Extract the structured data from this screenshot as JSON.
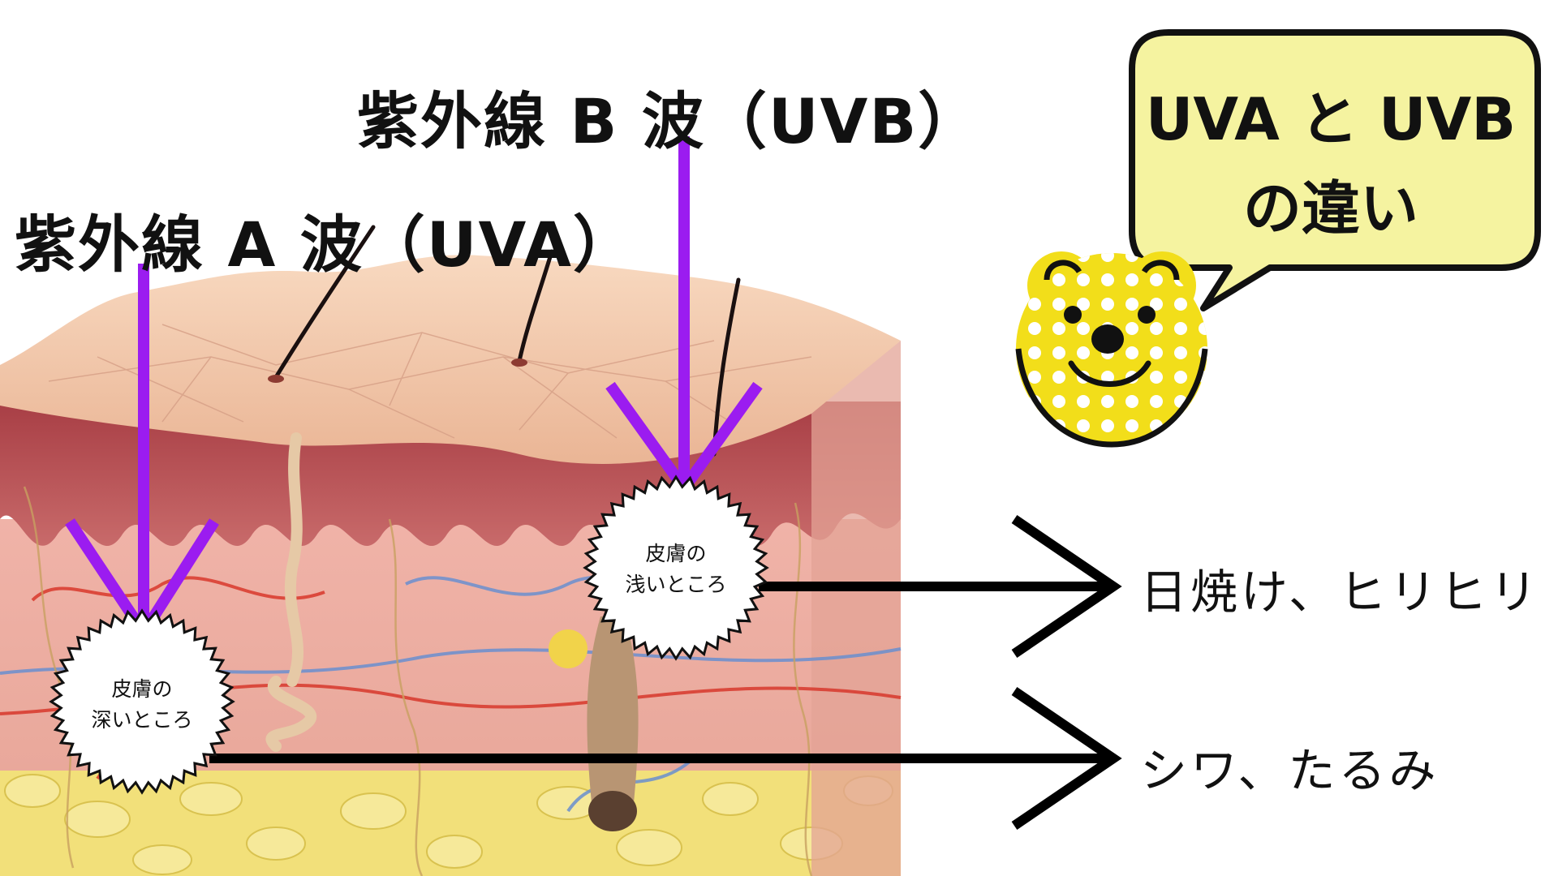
{
  "labels": {
    "uvb": "紫外線 B 波（UVB）",
    "uva": "紫外線 A 波（UVA）"
  },
  "badges": {
    "shallow_line1": "皮膚の",
    "shallow_line2": "浅いところ",
    "deep_line1": "皮膚の",
    "deep_line2": "深いところ"
  },
  "effects": {
    "sunburn": "日焼け、ヒリヒリ",
    "wrinkles": "シワ、たるみ"
  },
  "speech_bubble": {
    "line1": "UVA と UVB",
    "line2": "の違い"
  },
  "colors": {
    "arrow_purple": "#9b1cf0",
    "bubble_fill": "#f5f3a0",
    "bear_yellow": "#f2de1a",
    "skin_surface": "#f3c8a8",
    "dermis": "#b54a4a",
    "fat": "#f3e27a"
  },
  "icons": [
    "bear-mascot-icon",
    "speech-bubble-icon",
    "starburst-badge-icon"
  ]
}
